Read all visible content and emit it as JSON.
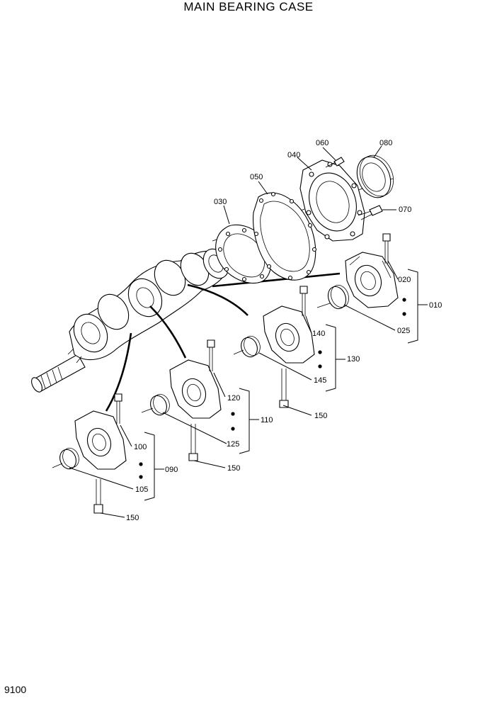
{
  "title": "MAIN BEARING CASE",
  "page_number": "9100",
  "callouts": {
    "c010": "010",
    "c020": "020",
    "c025": "025",
    "c030": "030",
    "c040": "040",
    "c050": "050",
    "c060": "060",
    "c070": "070",
    "c080": "080",
    "c090": "090",
    "c100": "100",
    "c105": "105",
    "c110": "110",
    "c120": "120",
    "c125": "125",
    "c130": "130",
    "c140": "140",
    "c145": "145",
    "c150a": "150",
    "c150b": "150",
    "c150c": "150"
  }
}
